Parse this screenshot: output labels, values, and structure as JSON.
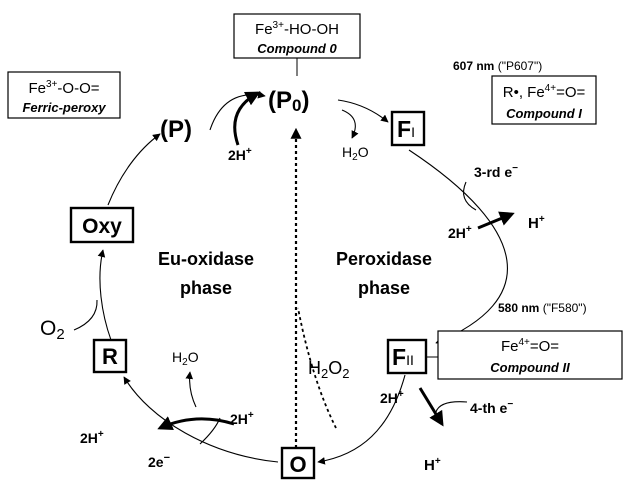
{
  "compound0": {
    "top": "Fe3+-HO-OH",
    "bottom": "Compound 0"
  },
  "ferric_peroxy": {
    "top": "Fe3+-O-O=",
    "bottom": "Ferric-peroxy"
  },
  "compound1": {
    "top": "R•, Fe4+=O=",
    "bottom": "Compound I"
  },
  "compound2": {
    "top": "Fe4+=O=",
    "bottom": "Compound II"
  },
  "states": {
    "P0": "(P0)",
    "P": "(P)",
    "FI": "FI",
    "FII": "FII",
    "Oxy": "Oxy",
    "R": "R",
    "O": "O"
  },
  "wavelengths": {
    "w607_nm": "607 nm",
    "w607_name": "(\"P607\")",
    "w580_nm": "580 nm",
    "w580_name": "(\"F580\")"
  },
  "phases": {
    "left_1": "Eu-oxidase",
    "left_2": "phase",
    "right_1": "Peroxidase",
    "right_2": "phase"
  },
  "species": {
    "h2o": "H2O",
    "o2": "O2",
    "h2o2": "H2O2",
    "h2_plus": "2H+",
    "h_plus": "H+",
    "third_e": "3-rd e−",
    "fourth_e": "4-th e−",
    "two_e": "2e−"
  }
}
